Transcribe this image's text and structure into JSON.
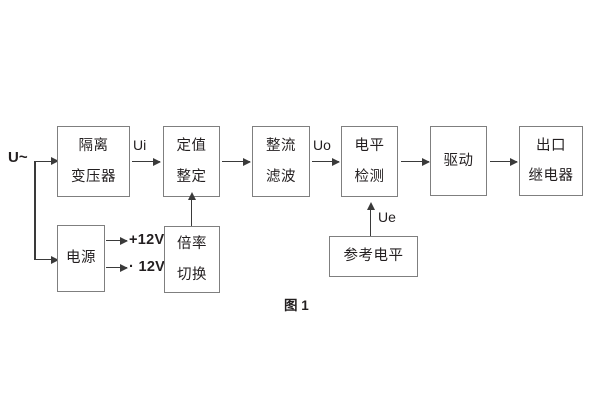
{
  "figure": {
    "caption": "图 1",
    "source_label": "U~",
    "colors": {
      "box_border": "#7f7f7f",
      "line": "#3a3a3a",
      "text": "#231f20",
      "background": "#ffffff"
    }
  },
  "blocks": [
    {
      "id": "isolation-transformer",
      "lines": [
        "隔离",
        "变压器"
      ]
    },
    {
      "id": "power-supply",
      "lines": [
        "电源"
      ]
    },
    {
      "id": "setting-value",
      "lines": [
        "定值",
        "整定"
      ]
    },
    {
      "id": "multiplier-switch",
      "lines": [
        "倍率",
        "切换"
      ]
    },
    {
      "id": "rectifier-filter",
      "lines": [
        "整流",
        "滤波"
      ]
    },
    {
      "id": "level-detection",
      "lines": [
        "电平",
        "检测"
      ]
    },
    {
      "id": "driver",
      "lines": [
        "驱动"
      ]
    },
    {
      "id": "output-relay",
      "lines": [
        "出口",
        "继电器"
      ]
    },
    {
      "id": "reference-level",
      "lines": [
        "参考电平"
      ]
    }
  ],
  "signal_labels": {
    "input": "U~",
    "ui": "Ui",
    "uo": "Uo",
    "ue": "Ue",
    "rail_positive": "+12V",
    "rail_negative": "· 12V"
  }
}
